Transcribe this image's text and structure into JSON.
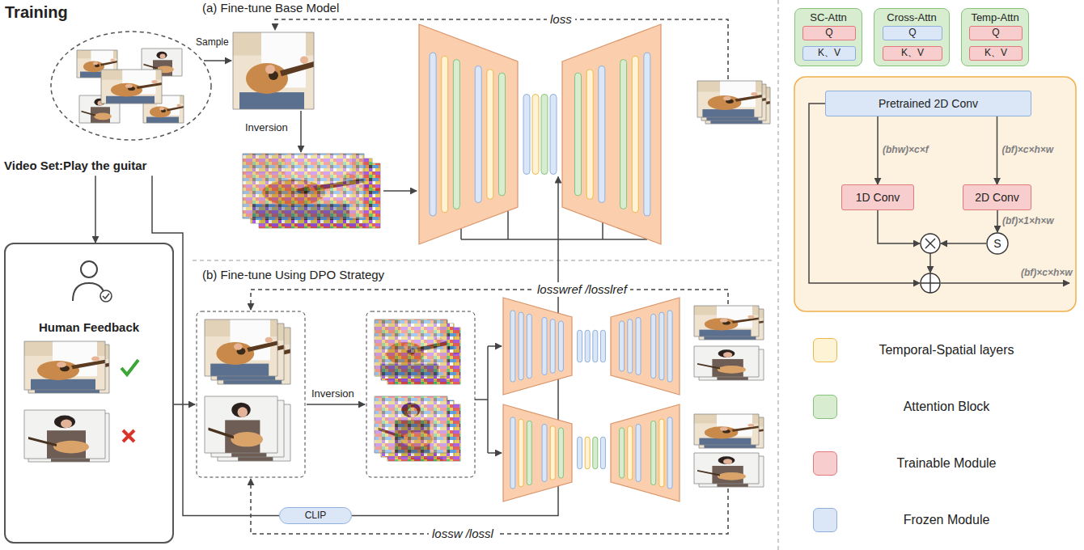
{
  "diagram": {
    "title": "Training",
    "nodes": [
      {
        "text": [
          "Video Set:Play the guitar"
        ]
      },
      {
        "text": [
          "CLIP"
        ]
      },
      {
        "text": [
          "Human Feedback"
        ]
      },
      {
        "text": [
          "SC-Attn"
        ]
      },
      {
        "text": [
          "Q"
        ],
        "in": 3
      },
      {
        "text": [
          "K、V"
        ],
        "in": 3
      },
      {
        "text": [
          "Cross-Attn"
        ]
      },
      {
        "text": [
          "Q"
        ],
        "in": 6
      },
      {
        "text": [
          "K、V"
        ],
        "in": 6
      },
      {
        "text": [
          "Temp-Attn"
        ]
      },
      {
        "text": [
          "Q"
        ],
        "in": 9
      },
      {
        "text": [
          "K、V"
        ],
        "in": 9
      },
      {
        "text": [
          "Pretrained 2D Conv"
        ]
      },
      {
        "text": [
          "1D Conv"
        ]
      },
      {
        "text": [
          "2D Conv"
        ]
      },
      {
        "text": [
          "S"
        ]
      }
    ],
    "edges": [
      {
        "from": 0,
        "to": 2,
        "arrow": "to"
      },
      {
        "from": 0,
        "to": 1,
        "arrow": "none"
      },
      {
        "from": 12,
        "to": 13,
        "arrow": "to",
        "label": "(bhw)×c×f"
      },
      {
        "from": 12,
        "to": 14,
        "arrow": "to",
        "label": "(bf)×c×h×w"
      },
      {
        "from": 14,
        "to": 15,
        "arrow": "to",
        "label": "(bf)×1×h×w"
      }
    ],
    "labels": [
      "(a) Fine-tune Base Model",
      "loss",
      "Sample",
      "Inversion",
      "(b) Fine-tune Using DPO Strategy",
      "losswref /losslref",
      "Inversion",
      "lossw /lossl",
      "(bf)×c×h×w"
    ],
    "legend": [
      {
        "text": "Temporal-Spatial layers",
        "color": "#fff3d6"
      },
      {
        "text": "Attention Block",
        "color": "#d8edd0"
      },
      {
        "text": "Trainable Module",
        "color": "#f8cdcd"
      },
      {
        "text": "Frozen Module",
        "color": "#dbe7f7"
      }
    ]
  }
}
